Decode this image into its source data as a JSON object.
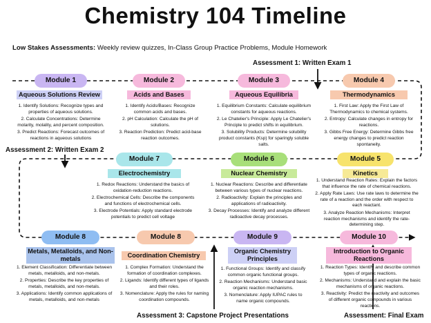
{
  "title": "Chemistry 104 Timeline",
  "low_stakes": {
    "label": "Low Stakes Assessments:",
    "text": " Weekly review quizzes, In-Class Group Practice Problems, Module Homework"
  },
  "assessments": {
    "a1": "Assessment 1: Written Exam 1",
    "a2": "Assessment 2: Written Exam 2",
    "a3": "Assessment 3: Capstone Project Presentations",
    "final": "Assessment: Final Exam"
  },
  "colors": {
    "purple": "#c9b6f2",
    "pink": "#f6b9dc",
    "peach": "#f7c9ae",
    "yellow": "#f7e36c",
    "green": "#a8df7a",
    "blue": "#8fbdf2",
    "lav": "#cdd0f5",
    "cyan_bg": "#a9e6ea",
    "blue_bg": "#aac3ec",
    "green_bg": "#c8ea9a",
    "yellow_bg": "#f7ea96"
  },
  "modules": [
    {
      "pill": "Module 1",
      "title": "Aqueous Solutions Review",
      "items": [
        "1. Identify Solutions: Recognize types and properties of aqueous solutions.",
        "2. Calculate Concentrations: Determine molarity, molality, and percent composition.",
        "3. Predict Reactions: Forecast outcomes of reactions in aqueous solutions"
      ]
    },
    {
      "pill": "Module 2",
      "title": "Acids and Bases",
      "items": [
        "1. Identify Acids/Bases: Recognize common acids and bases.",
        "2. pH Calculation: Calculate the pH of solutions.",
        "3. Reaction Prediction: Predict acid-base reaction outcomes."
      ]
    },
    {
      "pill": "Module 3",
      "title": "Aqueous Equilibria",
      "items": [
        "1. Equilibrium Constants: Calculate equilibrium constants for aqueous reactions.",
        "2. Le Chatelier's Principle: Apply Le Chatelier's Principle to predict shifts in equilibrium.",
        "3. Solubility Products: Determine solubility product constants (Ksp) for sparingly soluble salts."
      ]
    },
    {
      "pill": "Module 4",
      "title": "Thermodynamics",
      "items": [
        "1. First Law: Apply the First Law of Thermodynamics to chemical systems.",
        "2. Entropy: Calculate changes in entropy for reactions.",
        "3. Gibbs Free Energy: Determine Gibbs free energy changes to predict reaction spontaneity."
      ]
    },
    {
      "pill": "Module 5",
      "title": "Kinetics",
      "items": [
        "1. Understand Reaction Rates: Explain the factors that influence the rate of chemical reactions.",
        "2. Apply Rate Laws: Use rate laws to determine the rate of a reaction and the order with respect to each reactant.",
        "3. Analyze Reaction Mechanisms: Interpret reaction mechanisms and identify the rate-determining step."
      ]
    },
    {
      "pill": "Module 6",
      "title": "Nuclear Chemistry",
      "items": [
        "1. Nuclear Reactions: Describe and differentiate between various types of nuclear reactions.",
        "2. Radioactivity: Explain the principles and applications of radioactivity.",
        "3. Decay Processes: Identify and analyze different radioactive decay processes."
      ]
    },
    {
      "pill": "Module 7",
      "title": "Electrochemistry",
      "items": [
        "1. Redox Reactions: Understand the basics of oxidation-reduction reactions.",
        "2. Electrochemical Cells: Describe the components and functions of electrochemical cells.",
        "3. Electrode Potentials: Apply standard electrode potentials to predict cell voltage"
      ]
    },
    {
      "pill": "Module 8",
      "title": "Metals, Metalloids, and Non-metals",
      "items": [
        "1. Element Classification: Differentiate between metals, metalloids, and non-metals.",
        "2. Properties: Describe the key properties of metals, metalloids, and non-metals.",
        "3. Applications: Identify common applications of metals, metalloids, and non-metals"
      ]
    },
    {
      "pill": "Module 8",
      "title": "Coordination Chemistry",
      "items": [
        "1. Complex Formation: Understand the formation of coordination complexes.",
        "2. Ligands: Identify different types of ligands and their roles.",
        "3. Nomenclature: Apply the rules for naming coordination compounds."
      ]
    },
    {
      "pill": "Module 9",
      "title": "Organic Chemistry Principles",
      "items": [
        "1. Functional Groups: Identify and classify common organic functional groups.",
        "2. Reaction Mechanisms: Understand basic organic reaction mechanisms.",
        "3. Nomenclature: Apply IUPAC rules to name organic compounds."
      ]
    },
    {
      "pill": "Module 10",
      "title": "Introduction to Organic Reactions",
      "items": [
        "1. Reaction Types: Identify and describe common types of organic reactions.",
        "2. Mechanisms: Understand and explain the basic mechanisms of organic reactions.",
        "3. Reactivity: Predict the reactivity and outcomes of different organic compounds in various reactions."
      ]
    }
  ]
}
